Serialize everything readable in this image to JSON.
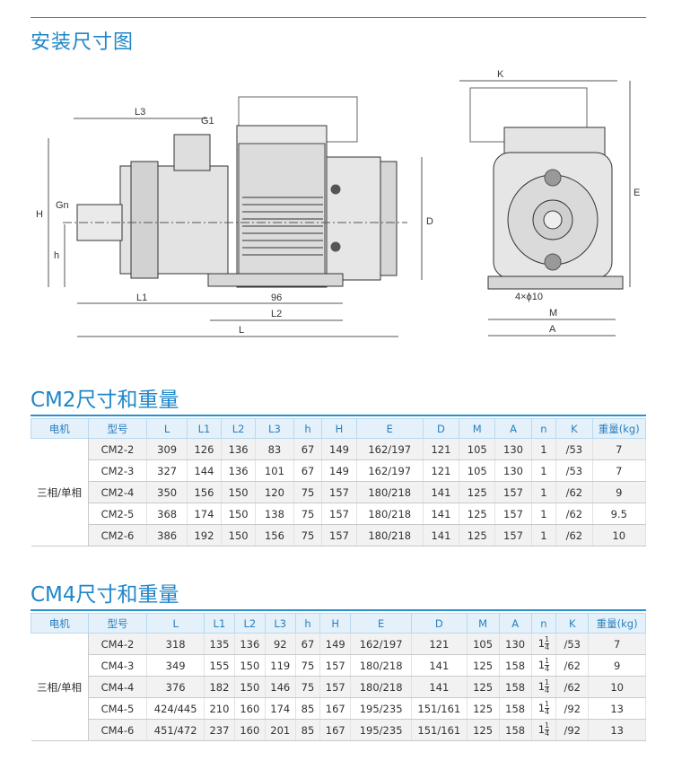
{
  "page_title": "安装尺寸图",
  "drawing": {
    "side_labels": {
      "L3": "L3",
      "G1": "G1",
      "Gn": "Gn",
      "H": "H",
      "h": "h",
      "D": "D",
      "L1": "L1",
      "dim96": "96",
      "L2": "L2",
      "L": "L"
    },
    "front_labels": {
      "K": "K",
      "E": "E",
      "bolts": "4×ϕ10",
      "M": "M",
      "A": "A"
    }
  },
  "cm2": {
    "title": "CM2尺寸和重量",
    "headers": [
      "电机",
      "型号",
      "L",
      "L1",
      "L2",
      "L3",
      "h",
      "H",
      "E",
      "D",
      "M",
      "A",
      "n",
      "K",
      "重量(kg)"
    ],
    "motor": "三相/单相",
    "rows": [
      [
        "CM2-2",
        "309",
        "126",
        "136",
        "83",
        "67",
        "149",
        "162/197",
        "121",
        "105",
        "130",
        "1",
        "/53",
        "7"
      ],
      [
        "CM2-3",
        "327",
        "144",
        "136",
        "101",
        "67",
        "149",
        "162/197",
        "121",
        "105",
        "130",
        "1",
        "/53",
        "7"
      ],
      [
        "CM2-4",
        "350",
        "156",
        "150",
        "120",
        "75",
        "157",
        "180/218",
        "141",
        "125",
        "157",
        "1",
        "/62",
        "9"
      ],
      [
        "CM2-5",
        "368",
        "174",
        "150",
        "138",
        "75",
        "157",
        "180/218",
        "141",
        "125",
        "157",
        "1",
        "/62",
        "9.5"
      ],
      [
        "CM2-6",
        "386",
        "192",
        "150",
        "156",
        "75",
        "157",
        "180/218",
        "141",
        "125",
        "157",
        "1",
        "/62",
        "10"
      ]
    ]
  },
  "cm4": {
    "title": "CM4尺寸和重量",
    "headers": [
      "电机",
      "型号",
      "L",
      "L1",
      "L2",
      "L3",
      "h",
      "H",
      "E",
      "D",
      "M",
      "A",
      "n",
      "K",
      "重量(kg)"
    ],
    "motor": "三相/单相",
    "n_whole": "1",
    "n_num": "1",
    "n_den": "4",
    "rows": [
      [
        "CM4-2",
        "318",
        "135",
        "136",
        "92",
        "67",
        "149",
        "162/197",
        "121",
        "105",
        "130",
        "/53",
        "7"
      ],
      [
        "CM4-3",
        "349",
        "155",
        "150",
        "119",
        "75",
        "157",
        "180/218",
        "141",
        "125",
        "158",
        "/62",
        "9"
      ],
      [
        "CM4-4",
        "376",
        "182",
        "150",
        "146",
        "75",
        "157",
        "180/218",
        "141",
        "125",
        "158",
        "/62",
        "10"
      ],
      [
        "CM4-5",
        "424/445",
        "210",
        "160",
        "174",
        "85",
        "167",
        "195/235",
        "151/161",
        "125",
        "158",
        "/92",
        "13"
      ],
      [
        "CM4-6",
        "451/472",
        "237",
        "160",
        "201",
        "85",
        "167",
        "195/235",
        "151/161",
        "125",
        "158",
        "/92",
        "13"
      ]
    ]
  }
}
